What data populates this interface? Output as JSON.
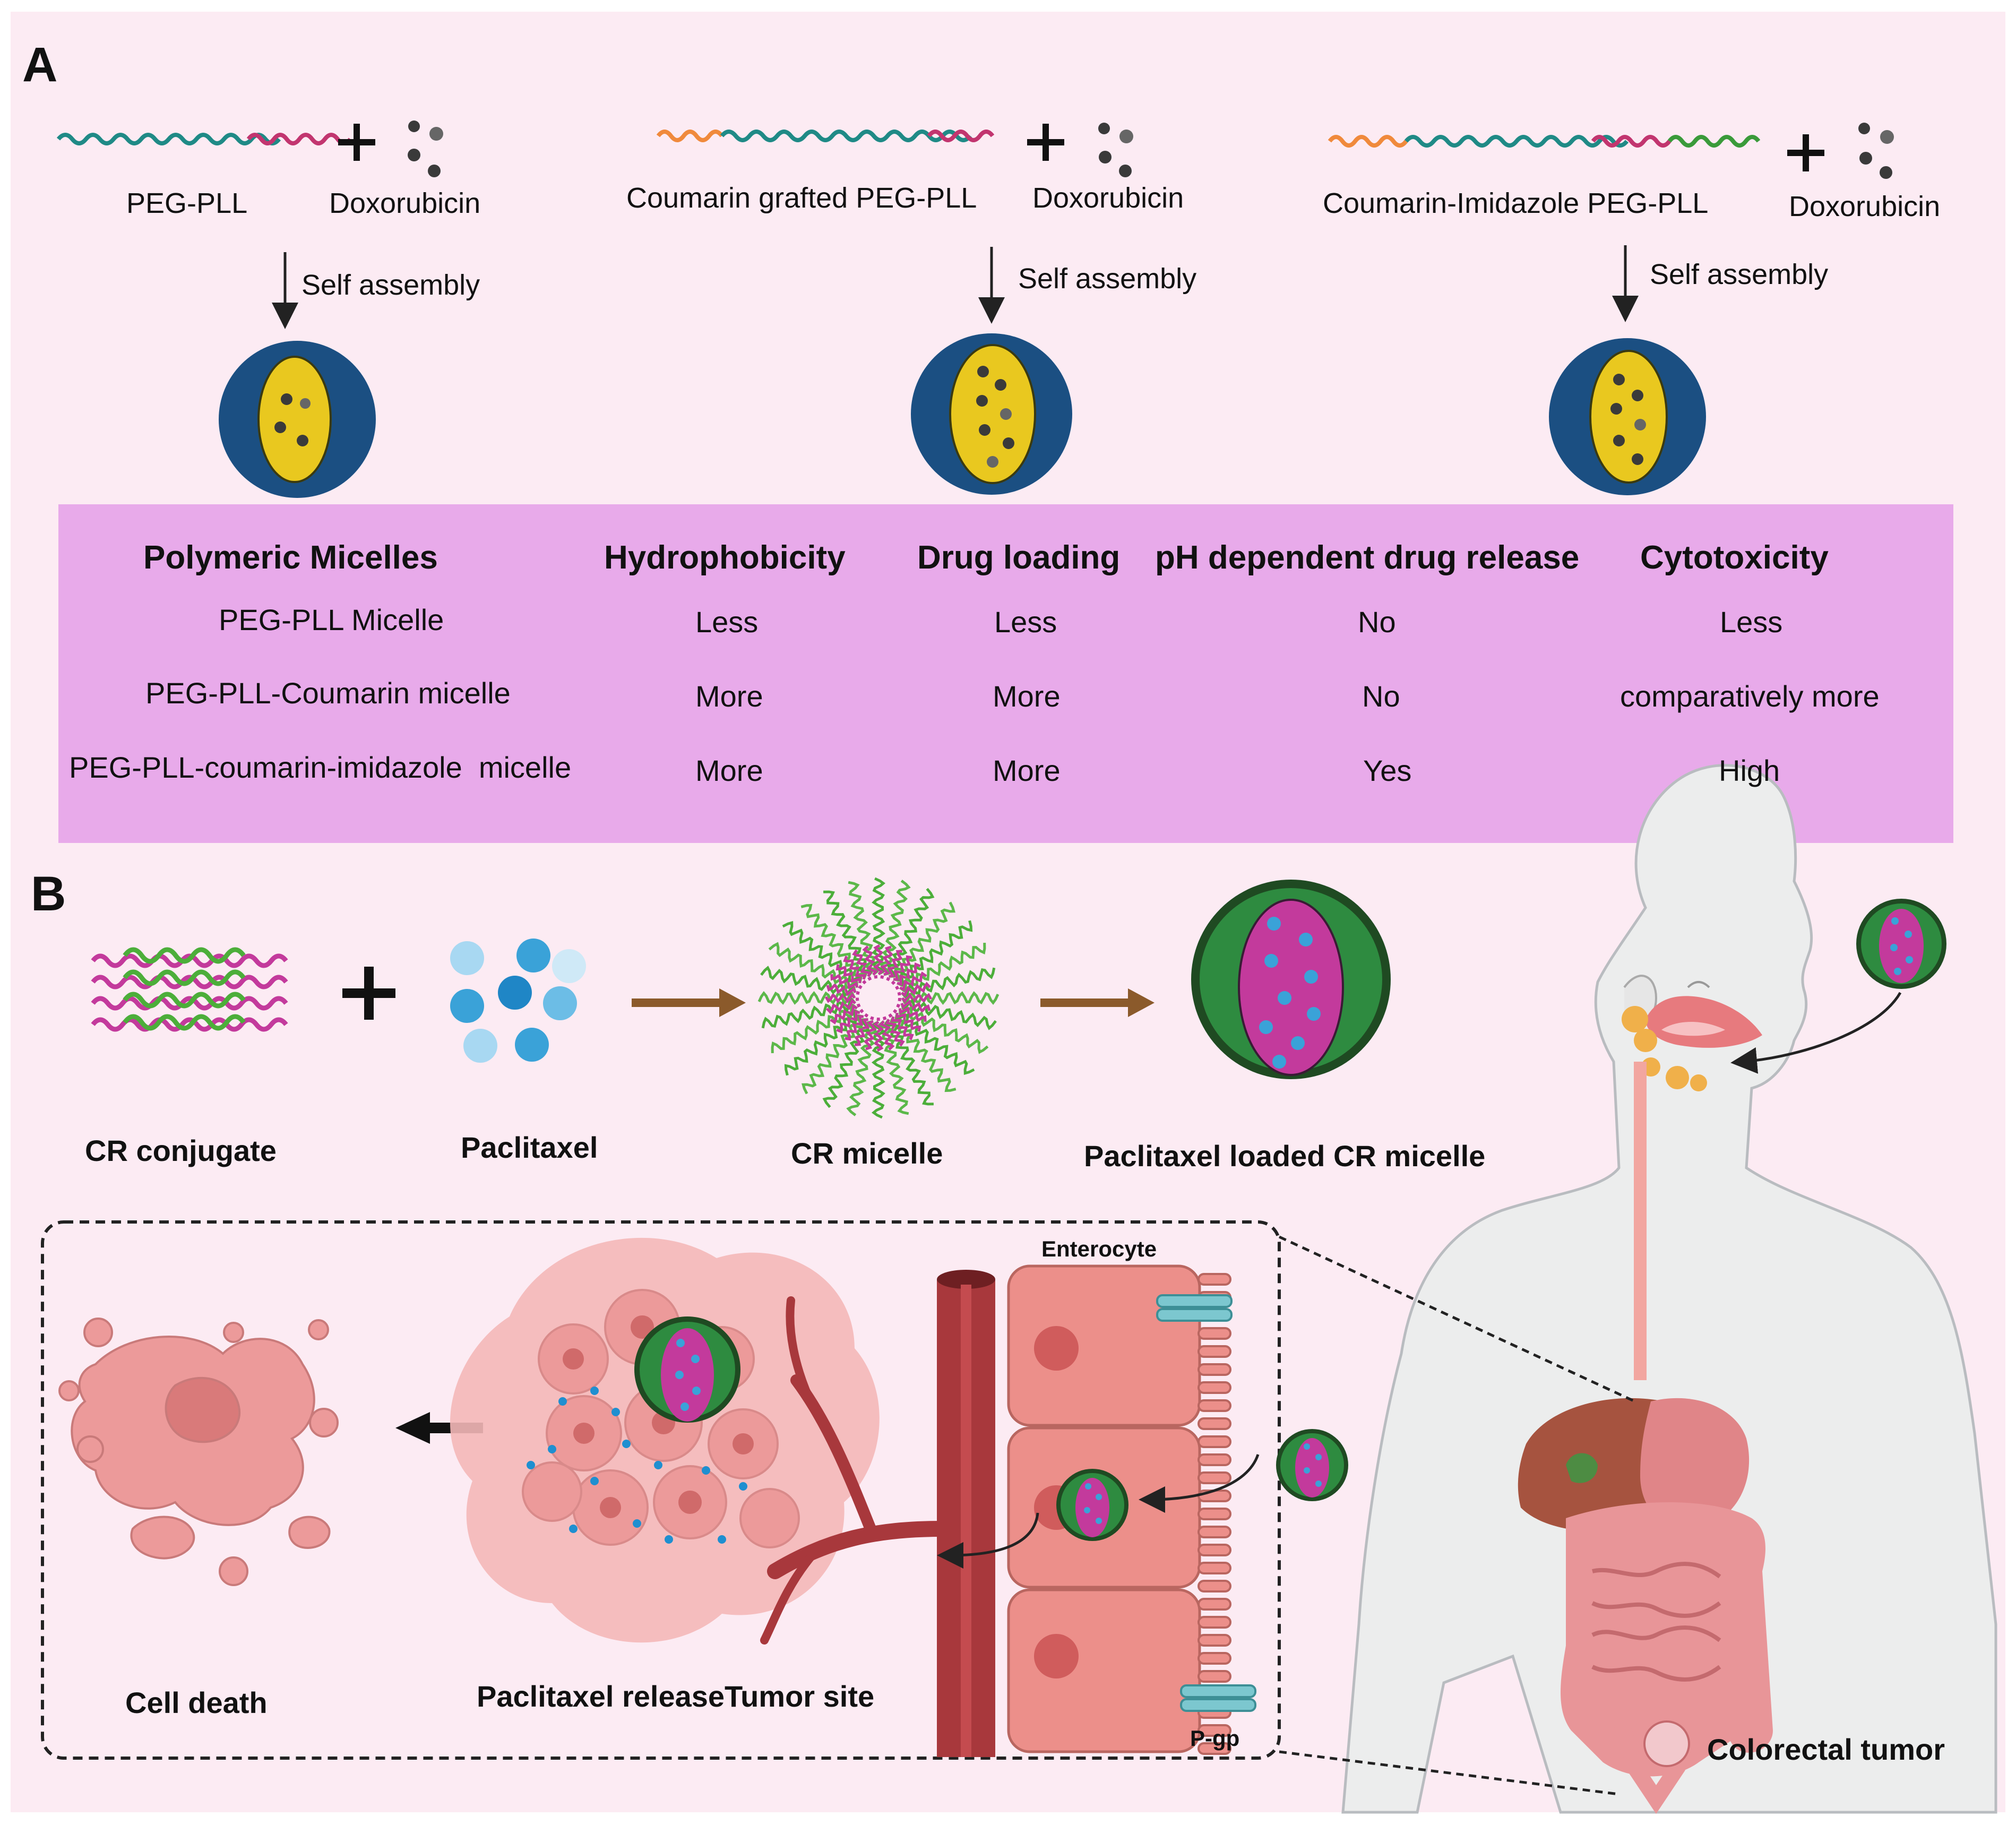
{
  "panel_a": {
    "label": "A",
    "components": [
      {
        "polymer": "PEG-PLL",
        "drug": "Doxorubicin",
        "process": "Self assembly"
      },
      {
        "polymer": "Coumarin grafted PEG-PLL",
        "drug": "Doxorubicin",
        "process": "Self assembly"
      },
      {
        "polymer": "Coumarin-Imidazole PEG-PLL",
        "drug": "Doxorubicin",
        "process": "Self assembly"
      }
    ],
    "plus_symbol": "+",
    "table": {
      "headers": [
        "Polymeric Micelles",
        "Hydrophobicity",
        "Drug loading",
        "pH dependent drug release",
        "Cytotoxicity"
      ],
      "rows": [
        [
          "PEG-PLL Micelle",
          "Less",
          "Less",
          "No",
          "Less"
        ],
        [
          "PEG-PLL-Coumarin micelle",
          "More",
          "More",
          "No",
          "comparatively more"
        ],
        [
          "PEG-PLL-coumarin-imidazole  micelle",
          "More",
          "More",
          "Yes",
          "High"
        ]
      ]
    }
  },
  "panel_b": {
    "label": "B",
    "steps": [
      "CR conjugate",
      "Paclitaxel",
      "CR micelle",
      "Paclitaxel loaded CR micelle"
    ],
    "plus_symbol": "+",
    "inset": {
      "cell_death": "Cell death",
      "release": "Paclitaxel releaseTumor site",
      "enterocyte": "Enterocyte",
      "pgp": "P-gp"
    },
    "tumor_label": "Colorectal tumor"
  },
  "colors": {
    "background": "#fcebf3",
    "table_bg": "#e8aaea",
    "micelle_dark_blue": "#1b4f82",
    "drug_core_yellow": "#e9c81f",
    "micelle_green": "#2e8b40",
    "micelle_core_magenta": "#c33a9c",
    "paclitaxel_blue": "#3aa2d8",
    "vessel_red": "#a8383c",
    "tissue_pink": "#ec9a9a"
  }
}
